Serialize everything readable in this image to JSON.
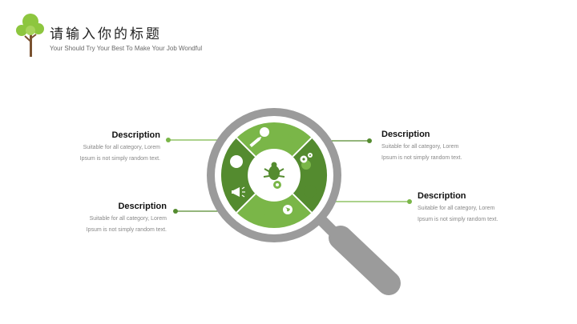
{
  "header": {
    "title": "请输入你的标题",
    "subtitle": "Your Should Try Your Best To Make Your Job Wondful",
    "logo_icon": "tree-icon"
  },
  "items": [
    {
      "title": "Description",
      "line1": "Suitable for all category, Lorem",
      "line2": "Ipsum is not simply random text."
    },
    {
      "title": "Description",
      "line1": "Suitable for all category, Lorem",
      "line2": "Ipsum is not simply random text."
    },
    {
      "title": "Description",
      "line1": "Suitable for all category, Lorem",
      "line2": "Ipsum is not simply random text."
    },
    {
      "title": "Description",
      "line1": "Suitable for all category, Lorem",
      "line2": "Ipsum is not simply random text."
    }
  ],
  "icons": [
    "pencil-icon",
    "gears-icon",
    "globe-icon",
    "megaphone-icon",
    "bug-icon"
  ],
  "colors": {
    "green_light": "#7ab648",
    "green_dark": "#548b2f",
    "gray": "#9b9b9b",
    "text_dark": "#111111",
    "text_gray": "#888888"
  }
}
